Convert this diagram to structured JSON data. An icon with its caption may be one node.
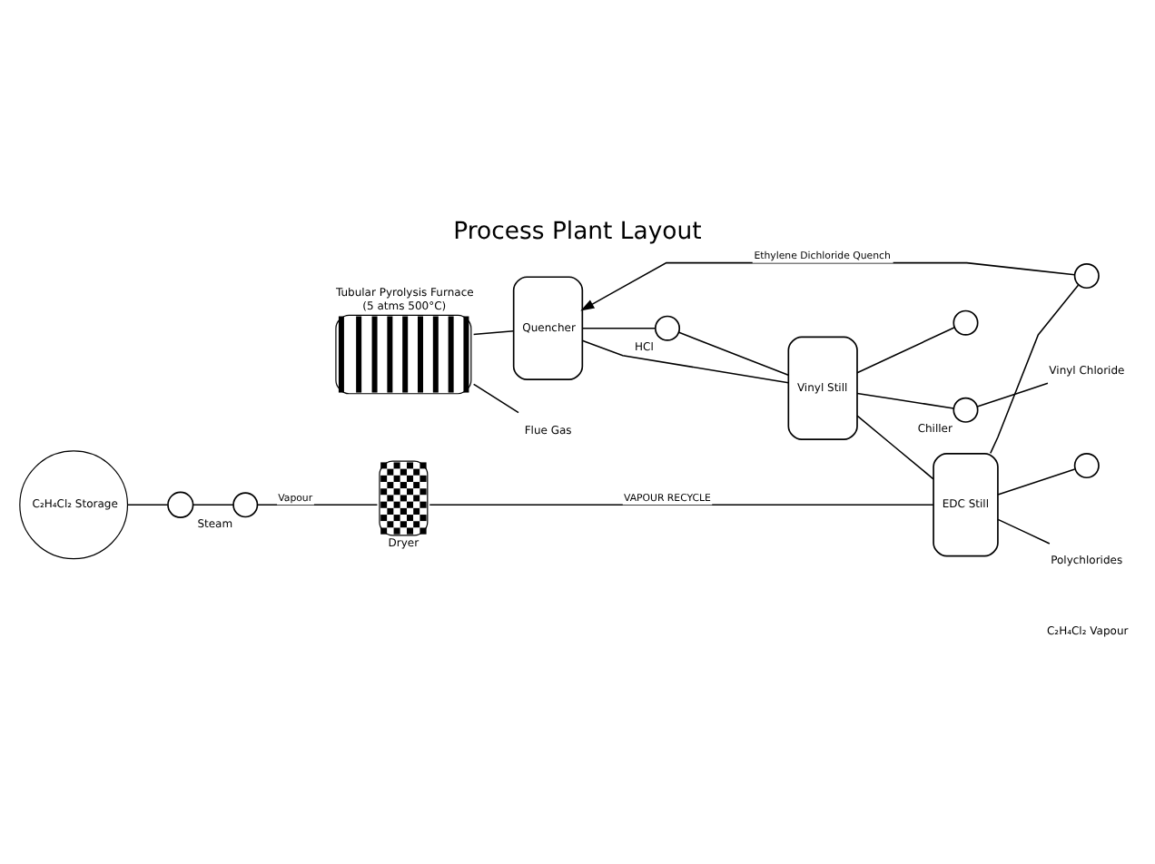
{
  "diagram": {
    "title": "Process Plant Layout",
    "nodes": [
      {
        "text": [
          "C₂H₄Cl₂ Storage"
        ]
      },
      {
        "text": [],
        "shape": "circle"
      },
      {
        "text": [],
        "shape": "circle",
        "beside": [
          "Steam"
        ]
      },
      {
        "text": [
          "Dryer"
        ]
      },
      {
        "text": [
          "Tubular Pyrolysis Furnace",
          "(5 atms 500°C)"
        ]
      },
      {
        "text": [
          "Flue Gas"
        ]
      },
      {
        "text": [
          "Quencher"
        ]
      },
      {
        "text": [],
        "shape": "circle",
        "beside": [
          "HCl"
        ]
      },
      {
        "text": [
          "Vinyl Still"
        ]
      },
      {
        "text": [],
        "shape": "circle",
        "beside": [
          "Chiller"
        ]
      },
      {
        "text": [
          "Vinyl Chloride"
        ]
      },
      {
        "text": [
          "EDC Still"
        ]
      },
      {
        "text": [],
        "shape": "circle"
      },
      {
        "text": [],
        "shape": "circle"
      },
      {
        "text": [],
        "shape": "circle"
      },
      {
        "text": [
          "Polychlorides"
        ]
      }
    ],
    "edges": [
      {
        "from": 0,
        "to": 1,
        "arrow": "none"
      },
      {
        "from": 1,
        "to": 2,
        "arrow": "none"
      },
      {
        "from": 2,
        "to": 3,
        "arrow": "none",
        "label": "Vapour"
      },
      {
        "from": 4,
        "to": 5,
        "arrow": "none"
      },
      {
        "from": 4,
        "to": 6,
        "arrow": "none"
      },
      {
        "from": 12,
        "to": 6,
        "arrow": "to",
        "label": "Ethylene Dichloride Quench"
      },
      {
        "from": 6,
        "to": 7,
        "arrow": "none"
      },
      {
        "from": 7,
        "to": 8,
        "arrow": "none"
      },
      {
        "from": 6,
        "to": 8,
        "arrow": "none"
      },
      {
        "from": 8,
        "to": 9,
        "arrow": "none"
      },
      {
        "from": 9,
        "to": 10,
        "arrow": "none"
      },
      {
        "from": 8,
        "to": 13,
        "arrow": "none"
      },
      {
        "from": 8,
        "to": 11,
        "arrow": "none"
      },
      {
        "from": 11,
        "to": 12,
        "arrow": "none"
      },
      {
        "from": 11,
        "to": 14,
        "arrow": "none"
      },
      {
        "from": 11,
        "to": 15,
        "arrow": "none"
      },
      {
        "from": 11,
        "to": 3,
        "arrow": "none",
        "label": "VAPOUR RECYCLE"
      }
    ],
    "labels": [
      "C₂H₄Cl₂ Vapour"
    ]
  }
}
